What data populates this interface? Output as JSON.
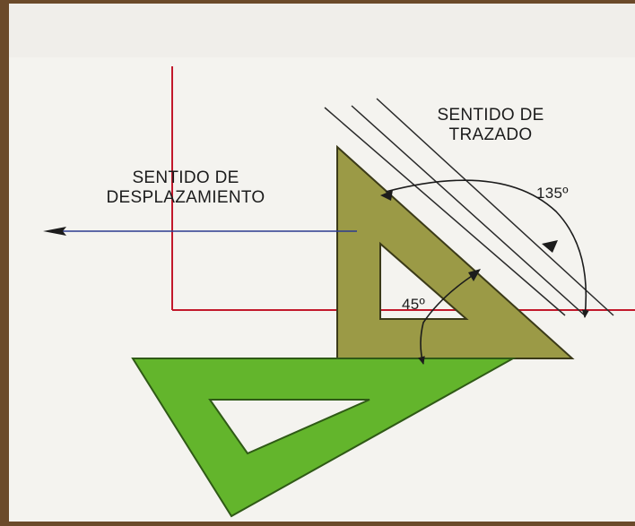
{
  "labels": {
    "sentido_trazado_line1": "SENTIDO DE",
    "sentido_trazado_line2": "TRAZADO",
    "sentido_desplazamiento_line1": "SENTIDO DE",
    "sentido_desplazamiento_line2": "DESPLAZAMIENTO",
    "angle_135": "135º",
    "angle_45": "45º"
  },
  "colors": {
    "paper": "#f4f3ef",
    "frame": "#6b4a2a",
    "red_lines": "#c2182b",
    "set_square_45": "#9b9a46",
    "set_square_30_60": "#63b52c",
    "arrow": "#2b3a8f",
    "ink": "#1c1c1c"
  }
}
